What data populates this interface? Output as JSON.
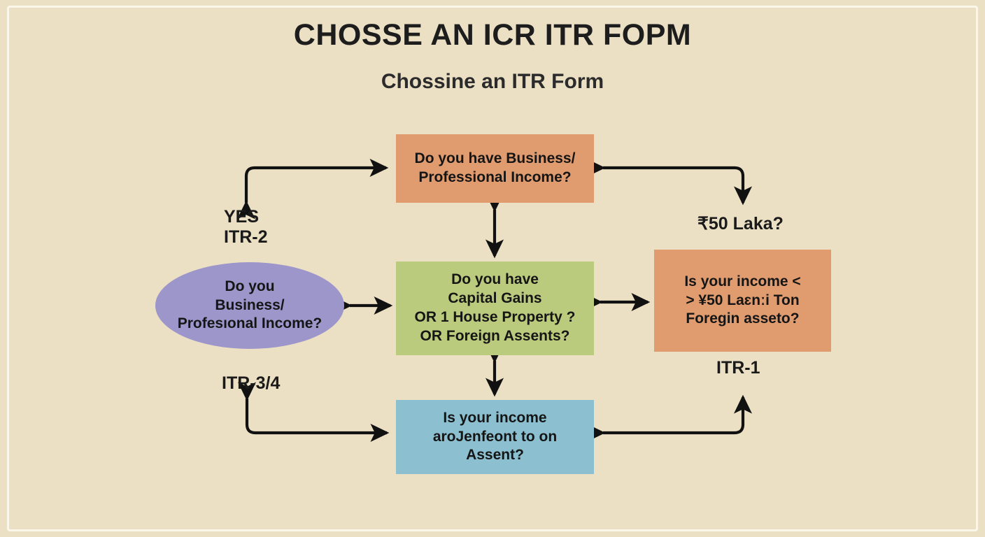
{
  "header": {
    "title": "CHOSSE AN ICR ITR FOPM",
    "subtitle": "Chossine an ITR Form"
  },
  "colors": {
    "background": "#ece0c4",
    "frame": "#fbf6ea",
    "orange": "#e09b6f",
    "green": "#bacb7e",
    "blue": "#8cc0d0",
    "purple": "#9d96cb",
    "text": "#151515",
    "arrow": "#111111"
  },
  "nodes": {
    "top": {
      "shape": "rectangle",
      "color": "#e09b6f",
      "lines": [
        "Do you have Business/",
        "Professional Income?"
      ]
    },
    "center": {
      "shape": "rectangle",
      "color": "#bacb7e",
      "lines": [
        "Do you have",
        "Capital Gains",
        "OR 1 House Property ?",
        "OR Foreign Assents?"
      ]
    },
    "right": {
      "shape": "rectangle",
      "color": "#e09b6f",
      "lines": [
        "Is your income <",
        "> ¥50 Laɛnːi Ton",
        "Foregin asseto?"
      ]
    },
    "bottom": {
      "shape": "rectangle",
      "color": "#8cc0d0",
      "lines": [
        "Is your income",
        "aroJenfeont to on",
        "Assent?"
      ]
    },
    "ellipse": {
      "shape": "ellipse",
      "color": "#9d96cb",
      "lines": [
        "Do you",
        "Business/",
        "Profesıonal Income?"
      ]
    }
  },
  "labels": {
    "yes": "YES",
    "itr2": "ITR-2",
    "fifty_laka": "₹50 Laka?",
    "itr34": "ITR-3/4",
    "itr1": "ITR-1"
  },
  "connectors": [
    {
      "name": "top-left-elbow",
      "style": "double-headed-elbow"
    },
    {
      "name": "top-right-elbow",
      "style": "double-headed-elbow"
    },
    {
      "name": "top-to-center-vertical",
      "style": "double-headed"
    },
    {
      "name": "ellipse-to-center-horizontal",
      "style": "double-headed"
    },
    {
      "name": "center-to-right-horizontal",
      "style": "double-headed"
    },
    {
      "name": "center-to-bottom-vertical",
      "style": "double-headed"
    },
    {
      "name": "bottom-left-elbow",
      "style": "double-headed-elbow"
    },
    {
      "name": "bottom-right-elbow",
      "style": "double-headed-elbow"
    }
  ]
}
